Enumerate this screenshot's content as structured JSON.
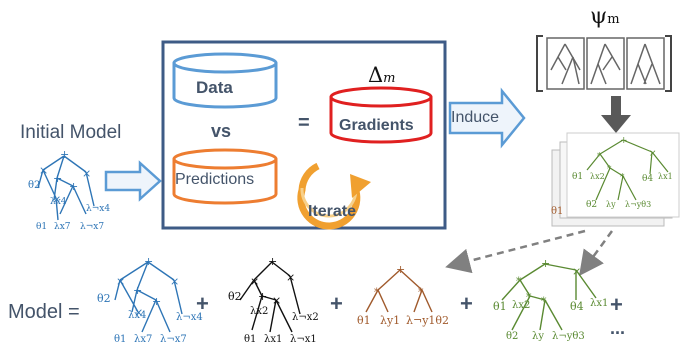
{
  "labels": {
    "initial_model": "Initial Model",
    "data": "Data",
    "vs": "vs",
    "predictions": "Predictions",
    "equals": "=",
    "delta": "Δ",
    "delta_sub": "m",
    "gradients": "Gradients",
    "induce": "Induce",
    "iterate": "Iterate",
    "psi": "ψ",
    "psi_sub": "m",
    "model_eq": "Model =",
    "plus": "+",
    "ellipsis": "..."
  },
  "colors": {
    "box_border": "#3e5b86",
    "data_blue": "#5b9bd5",
    "predictions_orange": "#ed7d31",
    "gradients_red": "#e02020",
    "iterate_orange": "#f0a030",
    "tree_blue": "#2e75b6",
    "tree_black": "#111111",
    "tree_brown": "#a05a2c",
    "tree_green": "#5a8a32",
    "arrow_gray": "#808080"
  },
  "trees": {
    "initial": [
      "θ2",
      "λx4",
      "λ¬x4",
      "θ1",
      "λx7",
      "λ¬x7"
    ],
    "blue": [
      "θ2",
      "λx4",
      "λ¬x4",
      "θ1",
      "λx7",
      "λ¬x7"
    ],
    "black": [
      "θ2",
      "λx2",
      "λ¬x2",
      "θ1",
      "λx1",
      "λ¬x1"
    ],
    "brown": [
      "θ1",
      "λy1",
      "λ¬y1θ2"
    ],
    "green": [
      "θ1",
      "λx2",
      "θ4",
      "λx1",
      "θ2",
      "λy",
      "λ¬yθ3"
    ]
  }
}
